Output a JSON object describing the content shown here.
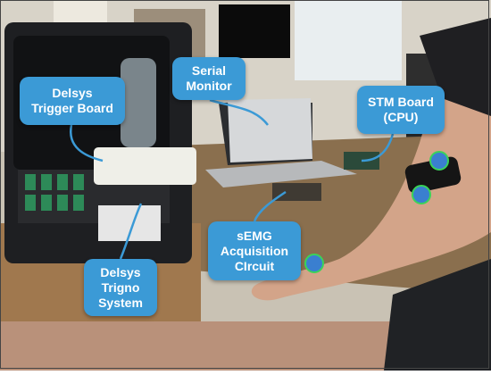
{
  "figure": {
    "labels": {
      "trigger_board": "Delsys\nTrigger Board",
      "serial_monitor": "Serial\nMonitor",
      "stm_board": "STM Board\n(CPU)",
      "semg_circuit": "sEMG\nAcquisition\nCIrcuit",
      "trigno_system": "Delsys\nTrigno\nSystem"
    },
    "colors": {
      "callout": "#3b9ad6",
      "arrow": "#3b9ad6",
      "sensor_glow": "#39d35a"
    }
  }
}
